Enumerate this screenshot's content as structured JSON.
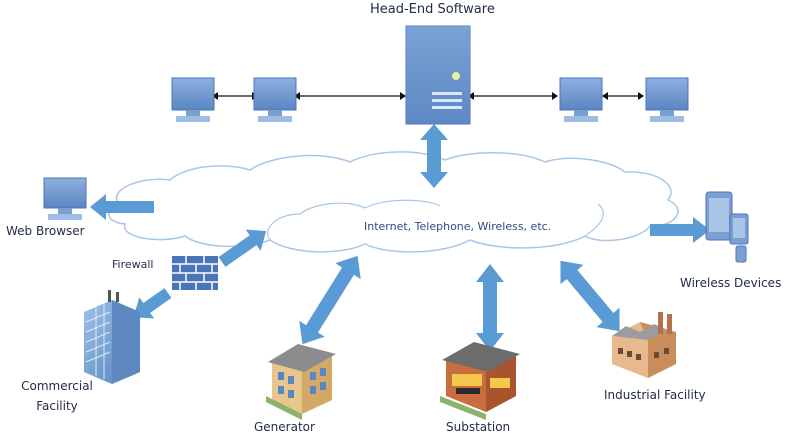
{
  "title": "Head-End Software",
  "network_label": "Internet, Telephone, Wireless, etc.",
  "firewall_label": "Firewall",
  "nodes": {
    "web_browser": "Web Browser",
    "commercial_facility": "Commercial Facility",
    "generator": "Generator",
    "substation": "Substation",
    "industrial_facility": "Industrial Facility",
    "wireless_devices": "Wireless Devices"
  },
  "colors": {
    "arrow": "#5b9bd5",
    "monitor": "#6f93c8",
    "cloud_stroke": "#a9c6e6",
    "text": "#1f2a44",
    "firewall": "#4a74b8"
  },
  "icons": [
    "computer-monitor-icon",
    "server-tower-icon",
    "firewall-brick-icon",
    "office-building-icon",
    "generator-building-icon",
    "substation-building-icon",
    "factory-icon",
    "smartphone-icon",
    "tablet-icon"
  ]
}
